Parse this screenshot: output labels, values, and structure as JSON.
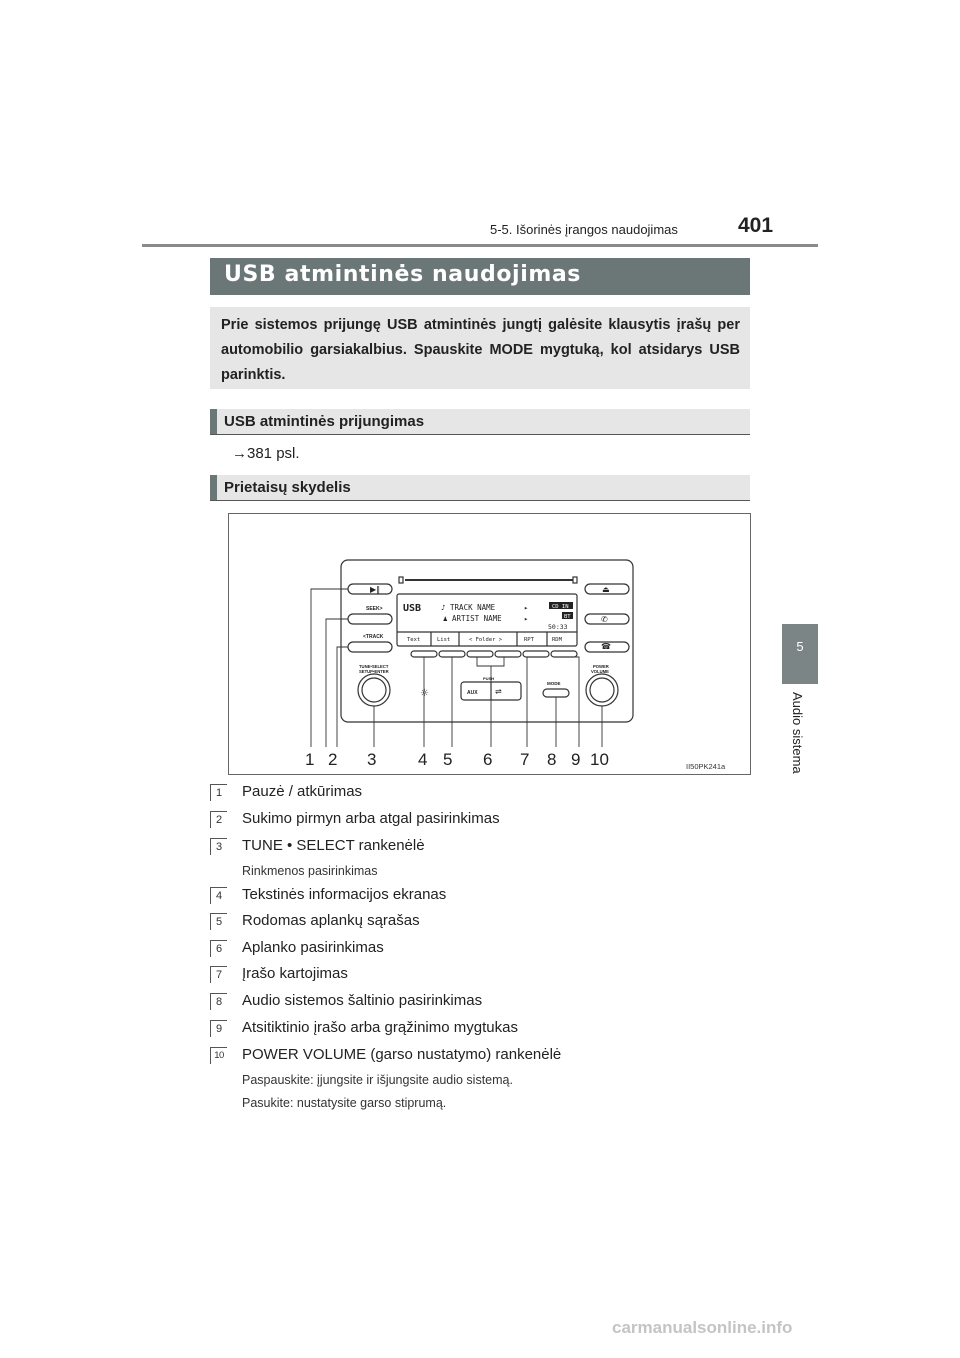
{
  "header": {
    "section": "5-5. Išorinės įrangos naudojimas",
    "page_number": "401"
  },
  "side_tab": {
    "chapter_number": "5",
    "chapter_title": "Audio sistema"
  },
  "title": "USB atmintinės naudojimas",
  "intro": "Prie sistemos prijungę USB atmintinės jungtį galėsite klausytis įrašų per automobilio garsiakalbius. Spauskite MODE mygtuką, kol atsidarys USB parinktis.",
  "sections": {
    "connect": {
      "heading": "USB atmintinės prijungimas",
      "ref": "→381 psl."
    },
    "panel": {
      "heading": "Prietaisų skydelis"
    }
  },
  "figure": {
    "code": "II50PK241a",
    "display": {
      "source": "USB",
      "track": "♪ TRACK NAME",
      "artist": "♟ ARTIST NAME",
      "badge_cd": "CD IN",
      "badge_bt": "BT",
      "time": "50:33",
      "soft_buttons": [
        "Text",
        "List",
        "< Folder >",
        "RPT",
        "RDM"
      ]
    },
    "labels": {
      "seek": "SEEK>",
      "track": "<TRACK",
      "tune_1": "TUNE•SELECT",
      "tune_2": "SETUP•ENTER",
      "power_1": "POWER",
      "power_2": "VOLUME",
      "mode": "MODE",
      "push": "PUSH",
      "aux": "AUX"
    },
    "callouts": [
      "1",
      "2",
      "3",
      "4",
      "5",
      "6",
      "7",
      "8",
      "9",
      "10"
    ]
  },
  "items": [
    {
      "num": "1",
      "text": "Pauzė / atkūrimas"
    },
    {
      "num": "2",
      "text": "Sukimo pirmyn arba atgal pasirinkimas"
    },
    {
      "num": "3",
      "text": "TUNE • SELECT rankenėlė",
      "note": "Rinkmenos pasirinkimas"
    },
    {
      "num": "4",
      "text": "Tekstinės informacijos ekranas"
    },
    {
      "num": "5",
      "text": "Rodomas aplankų sąrašas"
    },
    {
      "num": "6",
      "text": "Aplanko pasirinkimas"
    },
    {
      "num": "7",
      "text": "Įrašo kartojimas"
    },
    {
      "num": "8",
      "text": "Audio sistemos šaltinio pasirinkimas"
    },
    {
      "num": "9",
      "text": "Atsitiktinio įrašo arba grąžinimo mygtukas"
    },
    {
      "num": "10",
      "text": "POWER VOLUME (garso nustatymo) rankenėlė",
      "notes": [
        "Paspauskite: įjungsite ir išjungsite audio sistemą.",
        "Pasukite: nustatysite garso stiprumą."
      ]
    }
  ],
  "watermark": "carmanualsonline.info"
}
